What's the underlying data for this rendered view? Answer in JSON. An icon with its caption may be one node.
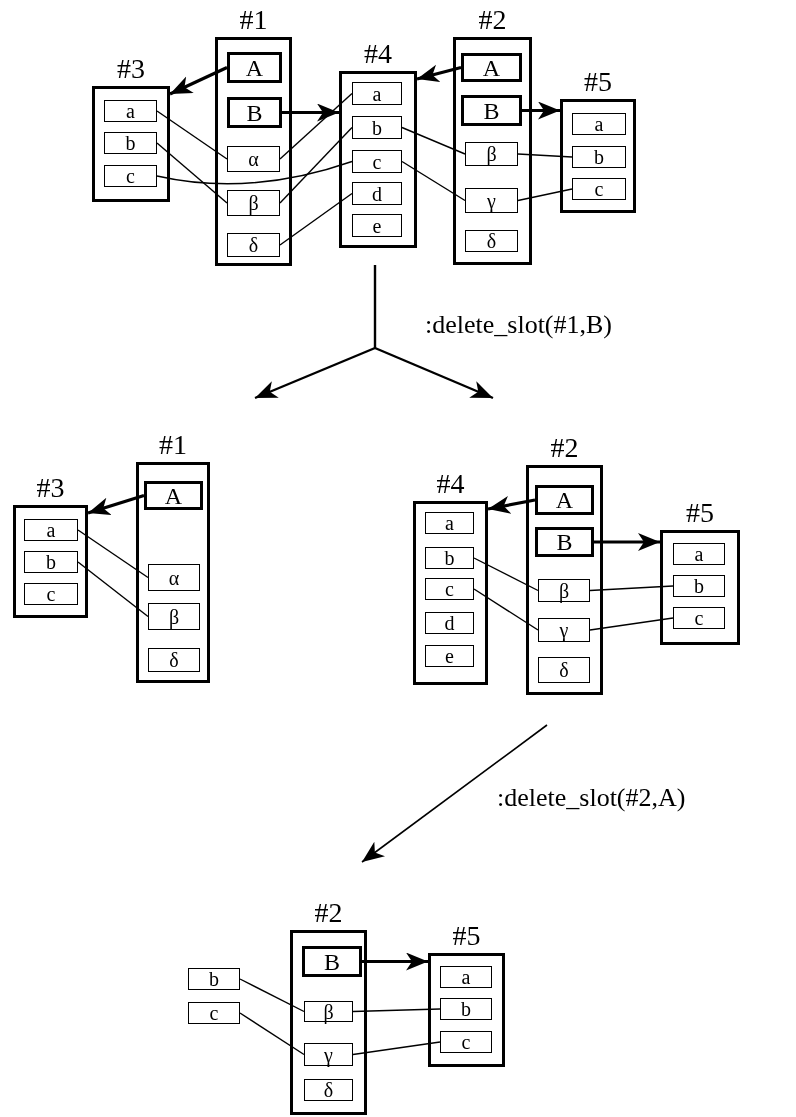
{
  "diagram": {
    "nodes": [
      {
        "text": [
          "#3"
        ]
      },
      {
        "text": [
          "a"
        ],
        "in": 0
      },
      {
        "text": [
          "b"
        ],
        "in": 0
      },
      {
        "text": [
          "c"
        ],
        "in": 0
      },
      {
        "text": [
          "#1"
        ]
      },
      {
        "text": [
          "A"
        ],
        "in": 4
      },
      {
        "text": [
          "B"
        ],
        "in": 4
      },
      {
        "text": [
          "α"
        ],
        "in": 4
      },
      {
        "text": [
          "β"
        ],
        "in": 4
      },
      {
        "text": [
          "δ"
        ],
        "in": 4
      },
      {
        "text": [
          "#4"
        ]
      },
      {
        "text": [
          "a"
        ],
        "in": 10
      },
      {
        "text": [
          "b"
        ],
        "in": 10
      },
      {
        "text": [
          "c"
        ],
        "in": 10
      },
      {
        "text": [
          "d"
        ],
        "in": 10
      },
      {
        "text": [
          "e"
        ],
        "in": 10
      },
      {
        "text": [
          "#2"
        ]
      },
      {
        "text": [
          "A"
        ],
        "in": 16
      },
      {
        "text": [
          "B"
        ],
        "in": 16
      },
      {
        "text": [
          "β"
        ],
        "in": 16
      },
      {
        "text": [
          "γ"
        ],
        "in": 16
      },
      {
        "text": [
          "δ"
        ],
        "in": 16
      },
      {
        "text": [
          "#5"
        ]
      },
      {
        "text": [
          "a"
        ],
        "in": 22
      },
      {
        "text": [
          "b"
        ],
        "in": 22
      },
      {
        "text": [
          "c"
        ],
        "in": 22
      },
      {
        "text": [
          "#3"
        ]
      },
      {
        "text": [
          "a"
        ],
        "in": 26
      },
      {
        "text": [
          "b"
        ],
        "in": 26
      },
      {
        "text": [
          "c"
        ],
        "in": 26
      },
      {
        "text": [
          "#1"
        ]
      },
      {
        "text": [
          "A"
        ],
        "in": 30
      },
      {
        "text": [
          "α"
        ],
        "in": 30
      },
      {
        "text": [
          "β"
        ],
        "in": 30
      },
      {
        "text": [
          "δ"
        ],
        "in": 30
      },
      {
        "text": [
          "#4"
        ]
      },
      {
        "text": [
          "a"
        ],
        "in": 35
      },
      {
        "text": [
          "b"
        ],
        "in": 35
      },
      {
        "text": [
          "c"
        ],
        "in": 35
      },
      {
        "text": [
          "d"
        ],
        "in": 35
      },
      {
        "text": [
          "e"
        ],
        "in": 35
      },
      {
        "text": [
          "#2"
        ]
      },
      {
        "text": [
          "A"
        ],
        "in": 41
      },
      {
        "text": [
          "B"
        ],
        "in": 41
      },
      {
        "text": [
          "β"
        ],
        "in": 41
      },
      {
        "text": [
          "γ"
        ],
        "in": 41
      },
      {
        "text": [
          "δ"
        ],
        "in": 41
      },
      {
        "text": [
          "#5"
        ]
      },
      {
        "text": [
          "a"
        ],
        "in": 47
      },
      {
        "text": [
          "b"
        ],
        "in": 47
      },
      {
        "text": [
          "c"
        ],
        "in": 47
      },
      {
        "text": [
          "b"
        ]
      },
      {
        "text": [
          "c"
        ]
      },
      {
        "text": [
          "#2"
        ]
      },
      {
        "text": [
          "B"
        ],
        "in": 53
      },
      {
        "text": [
          "β"
        ],
        "in": 53
      },
      {
        "text": [
          "γ"
        ],
        "in": 53
      },
      {
        "text": [
          "δ"
        ],
        "in": 53
      },
      {
        "text": [
          "#5"
        ]
      },
      {
        "text": [
          "a"
        ],
        "in": 58
      },
      {
        "text": [
          "b"
        ],
        "in": 58
      },
      {
        "text": [
          "c"
        ],
        "in": 58
      }
    ],
    "edges": [
      {
        "from": 5,
        "to": 0,
        "arrow": "to",
        "style": "thick"
      },
      {
        "from": 6,
        "to": 10,
        "arrow": "to",
        "style": "thick"
      },
      {
        "from": 17,
        "to": 10,
        "arrow": "to",
        "style": "thick"
      },
      {
        "from": 18,
        "to": 22,
        "arrow": "to",
        "style": "thick"
      },
      {
        "from": 1,
        "to": 7,
        "arrow": "none"
      },
      {
        "from": 2,
        "to": 8,
        "arrow": "none"
      },
      {
        "from": 3,
        "to": 13,
        "arrow": "none"
      },
      {
        "from": 7,
        "to": 11,
        "arrow": "none"
      },
      {
        "from": 8,
        "to": 12,
        "arrow": "none"
      },
      {
        "from": 9,
        "to": 14,
        "arrow": "none"
      },
      {
        "from": 12,
        "to": 19,
        "arrow": "none"
      },
      {
        "from": 13,
        "to": 20,
        "arrow": "none"
      },
      {
        "from": 19,
        "to": 24,
        "arrow": "none"
      },
      {
        "from": 20,
        "to": 25,
        "arrow": "none"
      },
      {
        "from": 31,
        "to": 26,
        "arrow": "to",
        "style": "thick"
      },
      {
        "from": 27,
        "to": 32,
        "arrow": "none"
      },
      {
        "from": 28,
        "to": 33,
        "arrow": "none"
      },
      {
        "from": 42,
        "to": 35,
        "arrow": "to",
        "style": "thick"
      },
      {
        "from": 43,
        "to": 47,
        "arrow": "to",
        "style": "thick"
      },
      {
        "from": 37,
        "to": 44,
        "arrow": "none"
      },
      {
        "from": 38,
        "to": 45,
        "arrow": "none"
      },
      {
        "from": 44,
        "to": 49,
        "arrow": "none"
      },
      {
        "from": 45,
        "to": 50,
        "arrow": "none"
      },
      {
        "from": 54,
        "to": 58,
        "arrow": "to",
        "style": "thick"
      },
      {
        "from": 51,
        "to": 55,
        "arrow": "none"
      },
      {
        "from": 52,
        "to": 56,
        "arrow": "none"
      },
      {
        "from": 55,
        "to": 60,
        "arrow": "none"
      },
      {
        "from": 56,
        "to": 61,
        "arrow": "none"
      }
    ],
    "labels": [
      ":delete_slot(#1,B)",
      ":delete_slot(#2,A)"
    ]
  }
}
